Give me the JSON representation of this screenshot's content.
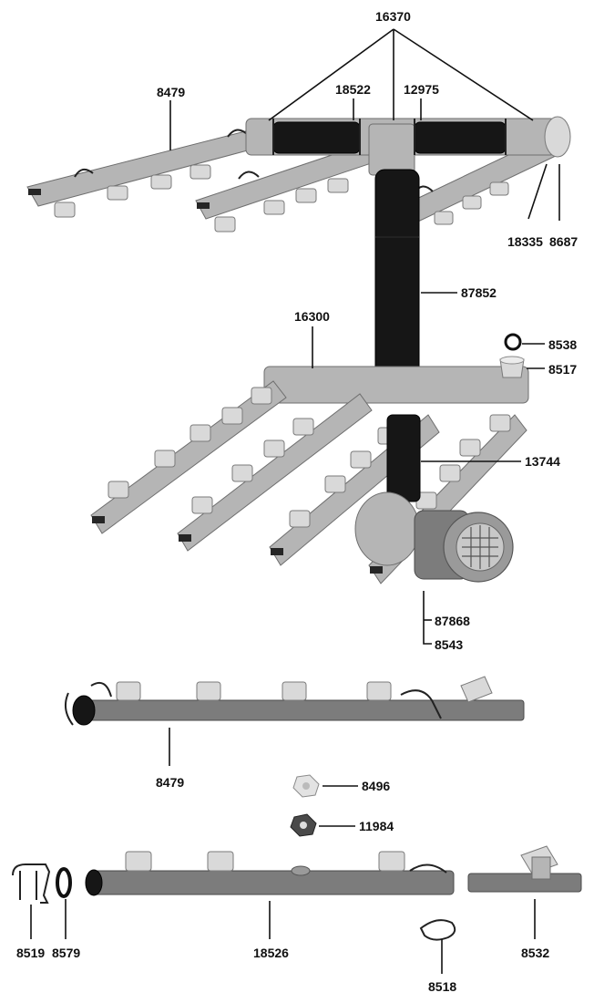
{
  "labels": {
    "p16370": "16370",
    "p8479_top": "8479",
    "p18522": "18522",
    "p12975": "12975",
    "p18335": "18335",
    "p8687": "8687",
    "p87852": "87852",
    "p16300": "16300",
    "p8538": "8538",
    "p8517": "8517",
    "p13744": "13744",
    "p87868": "87868",
    "p8543": "8543",
    "p8479_mid": "8479",
    "p8496": "8496",
    "p11984": "11984",
    "p8519": "8519",
    "p8579": "8579",
    "p18526": "18526",
    "p8518": "8518",
    "p8532": "8532"
  }
}
